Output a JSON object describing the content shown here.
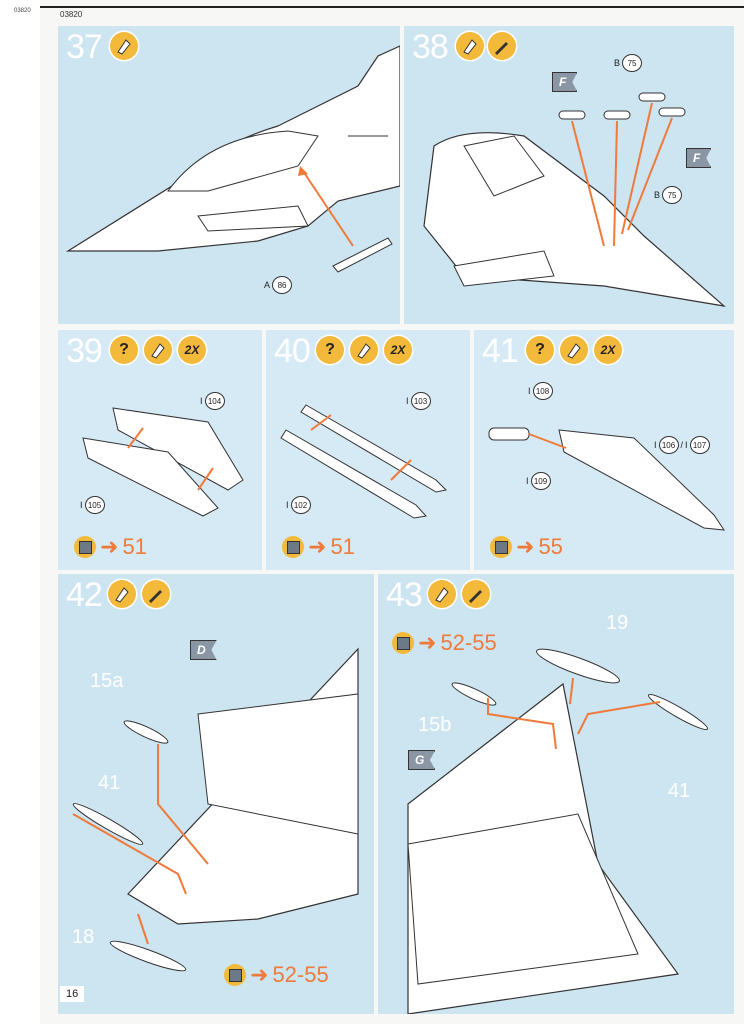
{
  "page": {
    "code": "03820",
    "number": "16"
  },
  "steps": {
    "s37": {
      "num": "37",
      "ref": {
        "letter": "A",
        "part": "86"
      }
    },
    "s38": {
      "num": "38",
      "refs": [
        {
          "letter": "B",
          "part": "75"
        },
        {
          "letter": "B",
          "part": "75"
        }
      ],
      "flags": [
        "F",
        "F"
      ]
    },
    "s39": {
      "num": "39",
      "mult": "2X",
      "refs": [
        {
          "letter": "I",
          "part": "104"
        },
        {
          "letter": "I",
          "part": "105"
        }
      ],
      "goto": "51"
    },
    "s40": {
      "num": "40",
      "mult": "2X",
      "refs": [
        {
          "letter": "I",
          "part": "103"
        },
        {
          "letter": "I",
          "part": "102"
        }
      ],
      "goto": "51"
    },
    "s41": {
      "num": "41",
      "mult": "2X",
      "refs": [
        {
          "letter": "I",
          "part": "108"
        },
        {
          "letter": "I",
          "part": "109"
        },
        {
          "letter": "I",
          "part": "106"
        },
        {
          "letter": "I",
          "part": "107"
        }
      ],
      "goto": "55"
    },
    "s42": {
      "num": "42",
      "flag": "D",
      "parts": [
        "15a",
        "41",
        "18"
      ],
      "goto": "52-55"
    },
    "s43": {
      "num": "43",
      "flag": "G",
      "parts": [
        "19",
        "15b",
        "41"
      ],
      "goto": "52-55"
    }
  },
  "icons": {
    "glue": "glue-icon",
    "paint": "paint-brush-icon",
    "option": "question-icon",
    "box": "box-icon"
  },
  "colors": {
    "panel": "#cde4f1",
    "accent": "#f3b93a",
    "arrow": "#ef7a3a"
  }
}
